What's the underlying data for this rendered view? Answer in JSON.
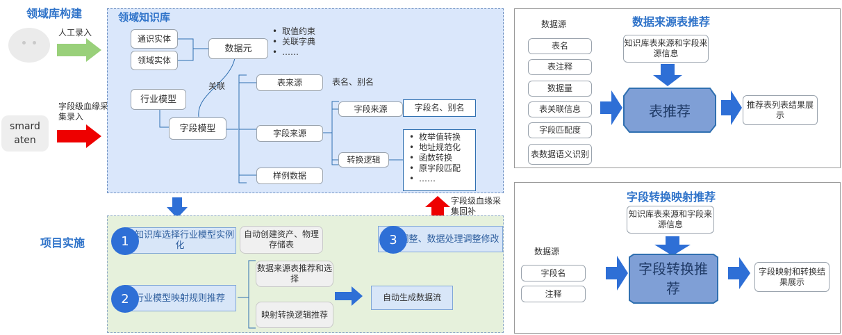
{
  "left": {
    "build_title": "领域库构建",
    "manual_label": "人工录入",
    "lineage_label": "字段级血缘采集录入",
    "avatar_text": "smard aten",
    "impl_title": "项目实施"
  },
  "kb": {
    "title": "领域知识库",
    "common_entity": "通识实体",
    "domain_entity": "领域实体",
    "data_element": "数据元",
    "de_items": [
      "取值约束",
      "关联字典",
      "……"
    ],
    "relation": "关联",
    "industry_model": "行业模型",
    "field_model": "字段模型",
    "table_source": "表来源",
    "table_names": "表名、别名",
    "field_source": "字段来源",
    "field_source_sub": "字段来源",
    "field_names": "字段名、别名",
    "transform_logic": "转换逻辑",
    "transform_items": [
      "枚举值转换",
      "地址规范化",
      "函数转换",
      "原字段匹配",
      "……"
    ],
    "sample_data": "样例数据",
    "lineage_backfill": "字段级血缘采集回补"
  },
  "project": {
    "step1_num": "1",
    "step1_text": "从知识库选择行业模型实例化",
    "auto_create": "自动创建资产、物理存储表",
    "step2_num": "2",
    "step2_text": "行业模型映射规则推荐",
    "rec_table": "数据来源表推荐和选择",
    "rec_mapping": "映射转换逻辑推荐",
    "auto_flow": "自动生成数据流",
    "step3_num": "3",
    "step3_text": "模型调整、数据处理调整修改"
  },
  "table_rec": {
    "title": "数据来源表推荐",
    "ds_label": "数据源",
    "sources": [
      "表名",
      "表注释",
      "数据量",
      "表关联信息",
      "字段匹配度",
      "表数据语义识别"
    ],
    "kb_box": "知识库表来源和字段来源信息",
    "engine": "表推荐",
    "result": "推荐表列表结果展示"
  },
  "field_rec": {
    "title": "字段转换映射推荐",
    "ds_label": "数据源",
    "sources": [
      "字段名",
      "注释"
    ],
    "kb_box": "知识库表来源和字段来源信息",
    "engine": "字段转换推荐",
    "result": "字段映射和转换结果展示"
  },
  "colors": {
    "accent": "#2e6fd6",
    "title_blue": "#2f73c9",
    "kb_bg": "#dae7fb",
    "project_bg": "#e6f1dc",
    "manual_arrow": "#99d07a",
    "lineage_arrow": "#ee0000",
    "engine_fill": "#7f9fd6"
  },
  "icons": [
    "avatar-icon",
    "manual-entry-arrow-icon",
    "lineage-entry-arrow-icon",
    "backfill-arrow-icon",
    "down-arrow-icon",
    "right-arrow-icon"
  ]
}
